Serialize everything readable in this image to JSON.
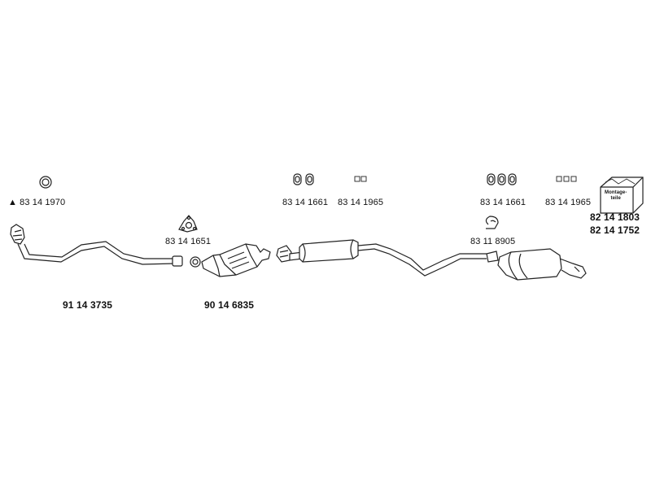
{
  "parts": {
    "oring_seal": "83 14 1970",
    "front_pipe": "91 14 3735",
    "gasket_3hole": "83 14 1651",
    "catalytic_converter": "90 14 6835",
    "rubber_mount_mid": "83 14 1661",
    "clamp_mid": "83 14 1965",
    "rubber_mount_rear": "83 14 1661",
    "clamp_rear": "83 14 1965",
    "pipe_clamp_rear": "83 11 8905",
    "mounting_kit_1": "82 14 1803",
    "mounting_kit_2": "82 14 1752"
  },
  "kit_box_text": "Montage-\nteile",
  "symbols": {
    "triangle": "▲"
  }
}
